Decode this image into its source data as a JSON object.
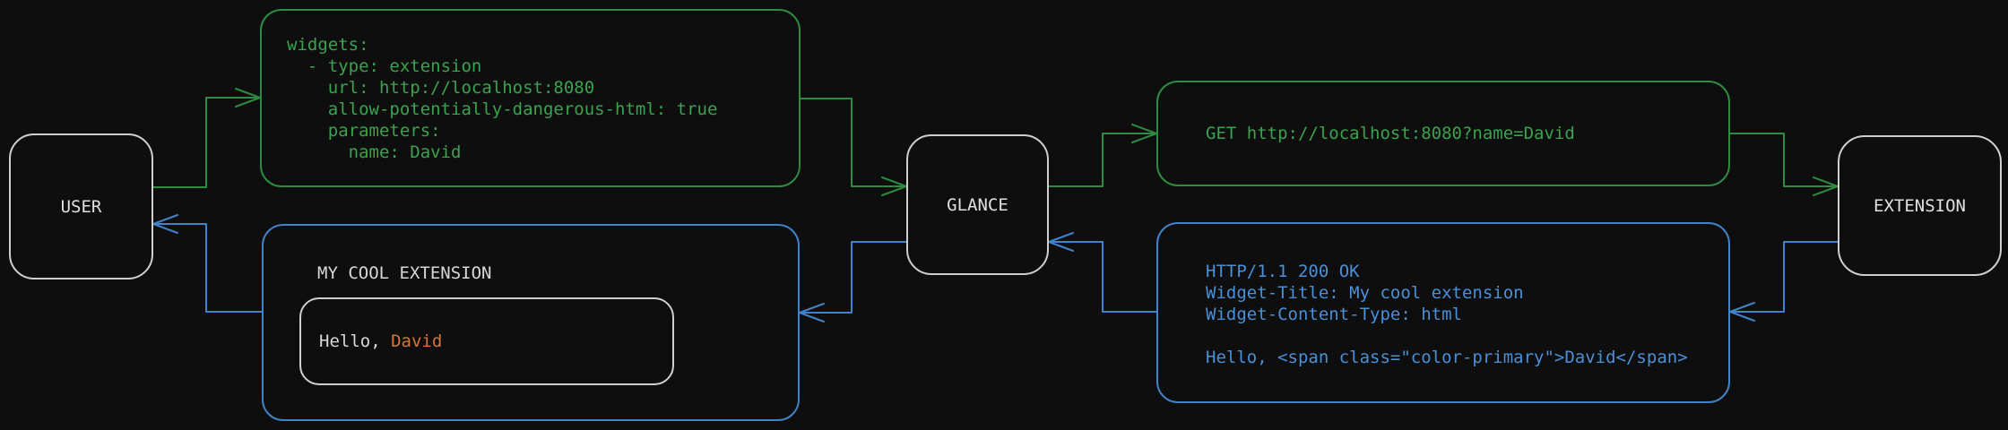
{
  "colors": {
    "bg": "#0e0e0e",
    "green-line": "#2e8b40",
    "green-text": "#3aa34d",
    "blue-line": "#4182c8",
    "blue-text": "#4a90d8",
    "orange-text": "#d4763a",
    "node-border": "#cfcfcf",
    "node-text": "#e0e0e0",
    "gray-text": "#d8d8d8"
  },
  "nodes": {
    "user": {
      "label": "USER"
    },
    "glance": {
      "label": "GLANCE"
    },
    "extension": {
      "label": "EXTENSION"
    }
  },
  "yaml_box": {
    "code": "widgets:\n  - type: extension\n    url: http://localhost:8080\n    allow-potentially-dangerous-html: true\n    parameters:\n      name: David"
  },
  "get_box": {
    "code": "GET http://localhost:8080?name=David"
  },
  "response_box": {
    "code": "HTTP/1.1 200 OK\nWidget-Title: My cool extension\nWidget-Content-Type: html\n\nHello, <span class=\"color-primary\">David</span>"
  },
  "widget_box": {
    "title": "MY COOL EXTENSION",
    "greeting_prefix": "Hello, ",
    "greeting_name": "David"
  }
}
